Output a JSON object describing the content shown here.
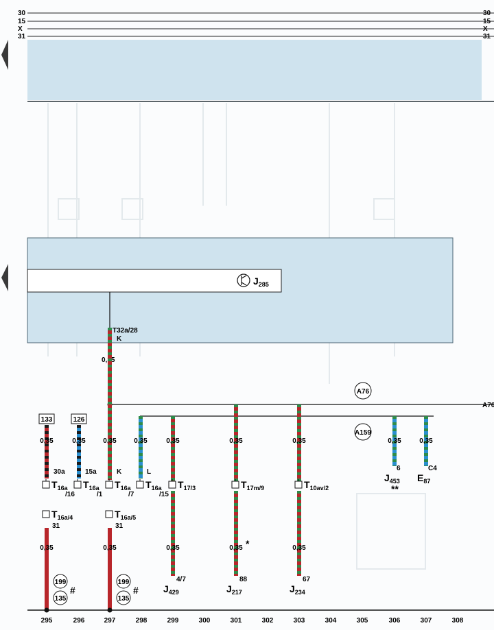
{
  "rails": [
    "30",
    "15",
    "X",
    "31"
  ],
  "upper_connector": "A76",
  "lower_connector": "A159",
  "module": {
    "name": "J",
    "sub": "285"
  },
  "trunk": {
    "terminal": "T32a/28",
    "colour_code": "K",
    "size": "0,35"
  },
  "top_wires": [
    {
      "size": "0,35",
      "pin": "",
      "tag": "133"
    },
    {
      "size": "0,35",
      "pin": "",
      "tag": "126"
    },
    {
      "size": "0,35",
      "pin": "",
      "tag": ""
    },
    {
      "size": "0,35",
      "pin": "",
      "tag": ""
    },
    {
      "size": "0,35",
      "pin": "",
      "tag": ""
    },
    {
      "size": "0,35",
      "pin": "",
      "tag": ""
    },
    {
      "size": "0,35",
      "pin": "",
      "tag": ""
    },
    {
      "size": "0,35",
      "pin": "6",
      "tag": ""
    },
    {
      "size": "0,35",
      "pin": "C4",
      "tag": ""
    }
  ],
  "pin_labels": [
    "30a",
    "15a",
    "K",
    "L"
  ],
  "connectors": [
    {
      "main": "T",
      "sub": "16a",
      "suffix": "/16"
    },
    {
      "main": "T",
      "sub": "16a",
      "suffix": "/1"
    },
    {
      "main": "T",
      "sub": "16a",
      "suffix": "/7"
    },
    {
      "main": "T",
      "sub": "16a",
      "suffix": "/15"
    },
    {
      "main": "T",
      "sub": "17/3",
      "suffix": ""
    },
    {
      "main": "T",
      "sub": "17m/9",
      "suffix": ""
    },
    {
      "main": "T",
      "sub": "10av/2",
      "suffix": ""
    }
  ],
  "end_components": [
    {
      "main": "J",
      "sub": "453",
      "note": "**"
    },
    {
      "main": "E",
      "sub": "87",
      "note": ""
    }
  ],
  "ground_connectors": [
    {
      "main": "T",
      "sub": "16a/4",
      "pin": "31"
    },
    {
      "main": "T",
      "sub": "16a/5",
      "pin": "31"
    }
  ],
  "bottom_wires": [
    {
      "size": "0,35",
      "pin": "",
      "note": ""
    },
    {
      "size": "0,35",
      "pin": "",
      "note": ""
    },
    {
      "size": "0,35",
      "pin": "4/7",
      "note": ""
    },
    {
      "size": "0,35",
      "pin": "88",
      "note": "*"
    },
    {
      "size": "0,35",
      "pin": "67",
      "note": ""
    }
  ],
  "bottom_components": [
    {
      "main": "J",
      "sub": "429"
    },
    {
      "main": "J",
      "sub": "217"
    },
    {
      "main": "J",
      "sub": "234"
    }
  ],
  "ground_circles": [
    {
      "top": "199",
      "bottom": "135",
      "mark": "#"
    },
    {
      "top": "199",
      "bottom": "135",
      "mark": "#"
    }
  ],
  "columns": [
    "295",
    "296",
    "297",
    "298",
    "299",
    "300",
    "301",
    "302",
    "303",
    "304",
    "305",
    "306",
    "307",
    "308"
  ],
  "colors": {
    "red": "#b8262b",
    "green": "#2e8b4a",
    "black": "#1a1a1a",
    "blue": "#2a8fd0",
    "panel": "#cfe3ee",
    "panel_border": "#4d6674"
  }
}
